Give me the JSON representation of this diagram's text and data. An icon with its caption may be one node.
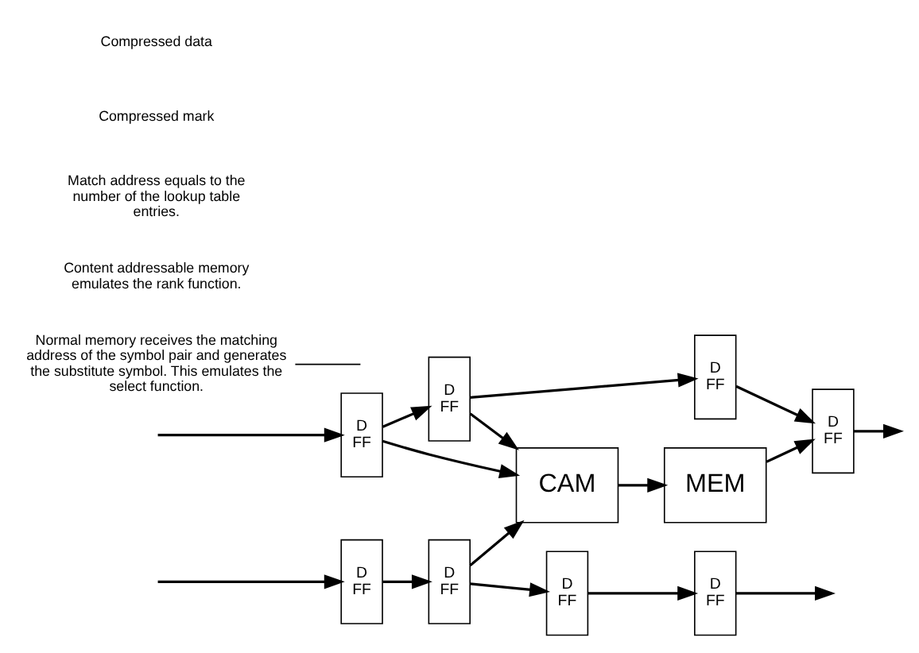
{
  "diagram": {
    "nodes": [
      {
        "text": [
          "CAM"
        ]
      },
      {
        "text": [
          "MEM"
        ]
      },
      {
        "text": [
          "D FF"
        ]
      },
      {
        "text": [
          "D FF"
        ]
      },
      {
        "text": [
          "D FF"
        ]
      },
      {
        "text": [
          "D FF"
        ]
      },
      {
        "text": [
          "D FF"
        ]
      },
      {
        "text": [
          "D FF"
        ]
      },
      {
        "text": [
          "D FF"
        ]
      },
      {
        "text": [
          "D FF"
        ]
      },
      {
        "text": [
          "Normal memory receives the matching address of the symbol pair and generates the substitute symbol. This emulates the select function."
        ]
      }
    ],
    "edges": [
      {
        "from": null,
        "to": 2,
        "arrow": "to"
      },
      {
        "from": 2,
        "to": 3,
        "arrow": "to"
      },
      {
        "from": 3,
        "to": 4,
        "arrow": "to"
      },
      {
        "from": 4,
        "to": 5,
        "arrow": "to"
      },
      {
        "from": 5,
        "to": null,
        "arrow": "to"
      },
      {
        "from": 2,
        "to": 0,
        "arrow": "to"
      },
      {
        "from": 3,
        "to": 0,
        "arrow": "to"
      },
      {
        "from": 7,
        "to": 0,
        "arrow": "to"
      },
      {
        "from": 0,
        "to": 1,
        "arrow": "to"
      },
      {
        "from": 1,
        "to": 5,
        "arrow": "to"
      },
      {
        "from": null,
        "to": 6,
        "arrow": "to"
      },
      {
        "from": 6,
        "to": 7,
        "arrow": "to"
      },
      {
        "from": 7,
        "to": 8,
        "arrow": "to"
      },
      {
        "from": 8,
        "to": 9,
        "arrow": "to"
      },
      {
        "from": 9,
        "to": null,
        "arrow": "to"
      },
      {
        "from": 10,
        "to": null,
        "arrow": "none"
      }
    ],
    "labels": [
      "Content addressable memory emulates the rank function.",
      "Match address equals to the number of the lookup table entries.",
      "Compressed mark",
      "Compressed data"
    ]
  }
}
